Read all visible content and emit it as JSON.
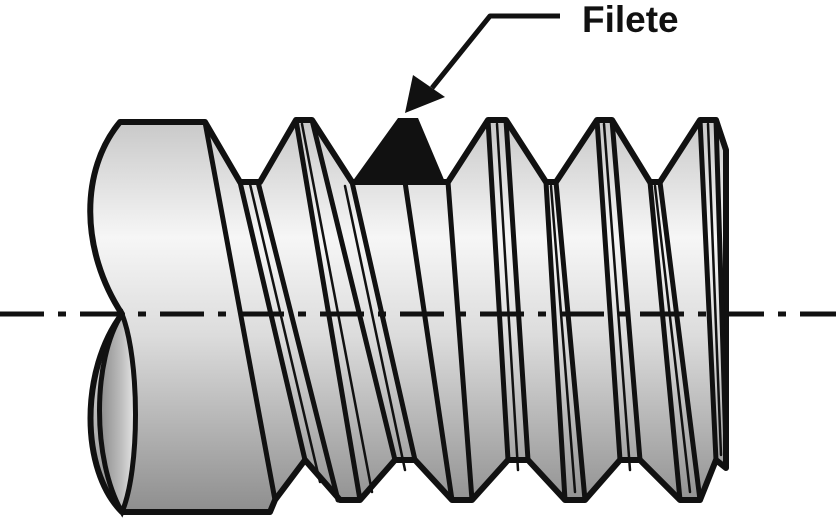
{
  "diagram": {
    "callout_label": "Filete",
    "colors": {
      "outline": "#111111",
      "thread_fill_light": "#f4f4f4",
      "thread_fill_dark": "#9a9a9a",
      "thread_profile": "#111111",
      "background": "#ffffff"
    },
    "parts": [
      "threaded-rod",
      "thread-profile",
      "callout-arrow",
      "center-axis"
    ]
  }
}
